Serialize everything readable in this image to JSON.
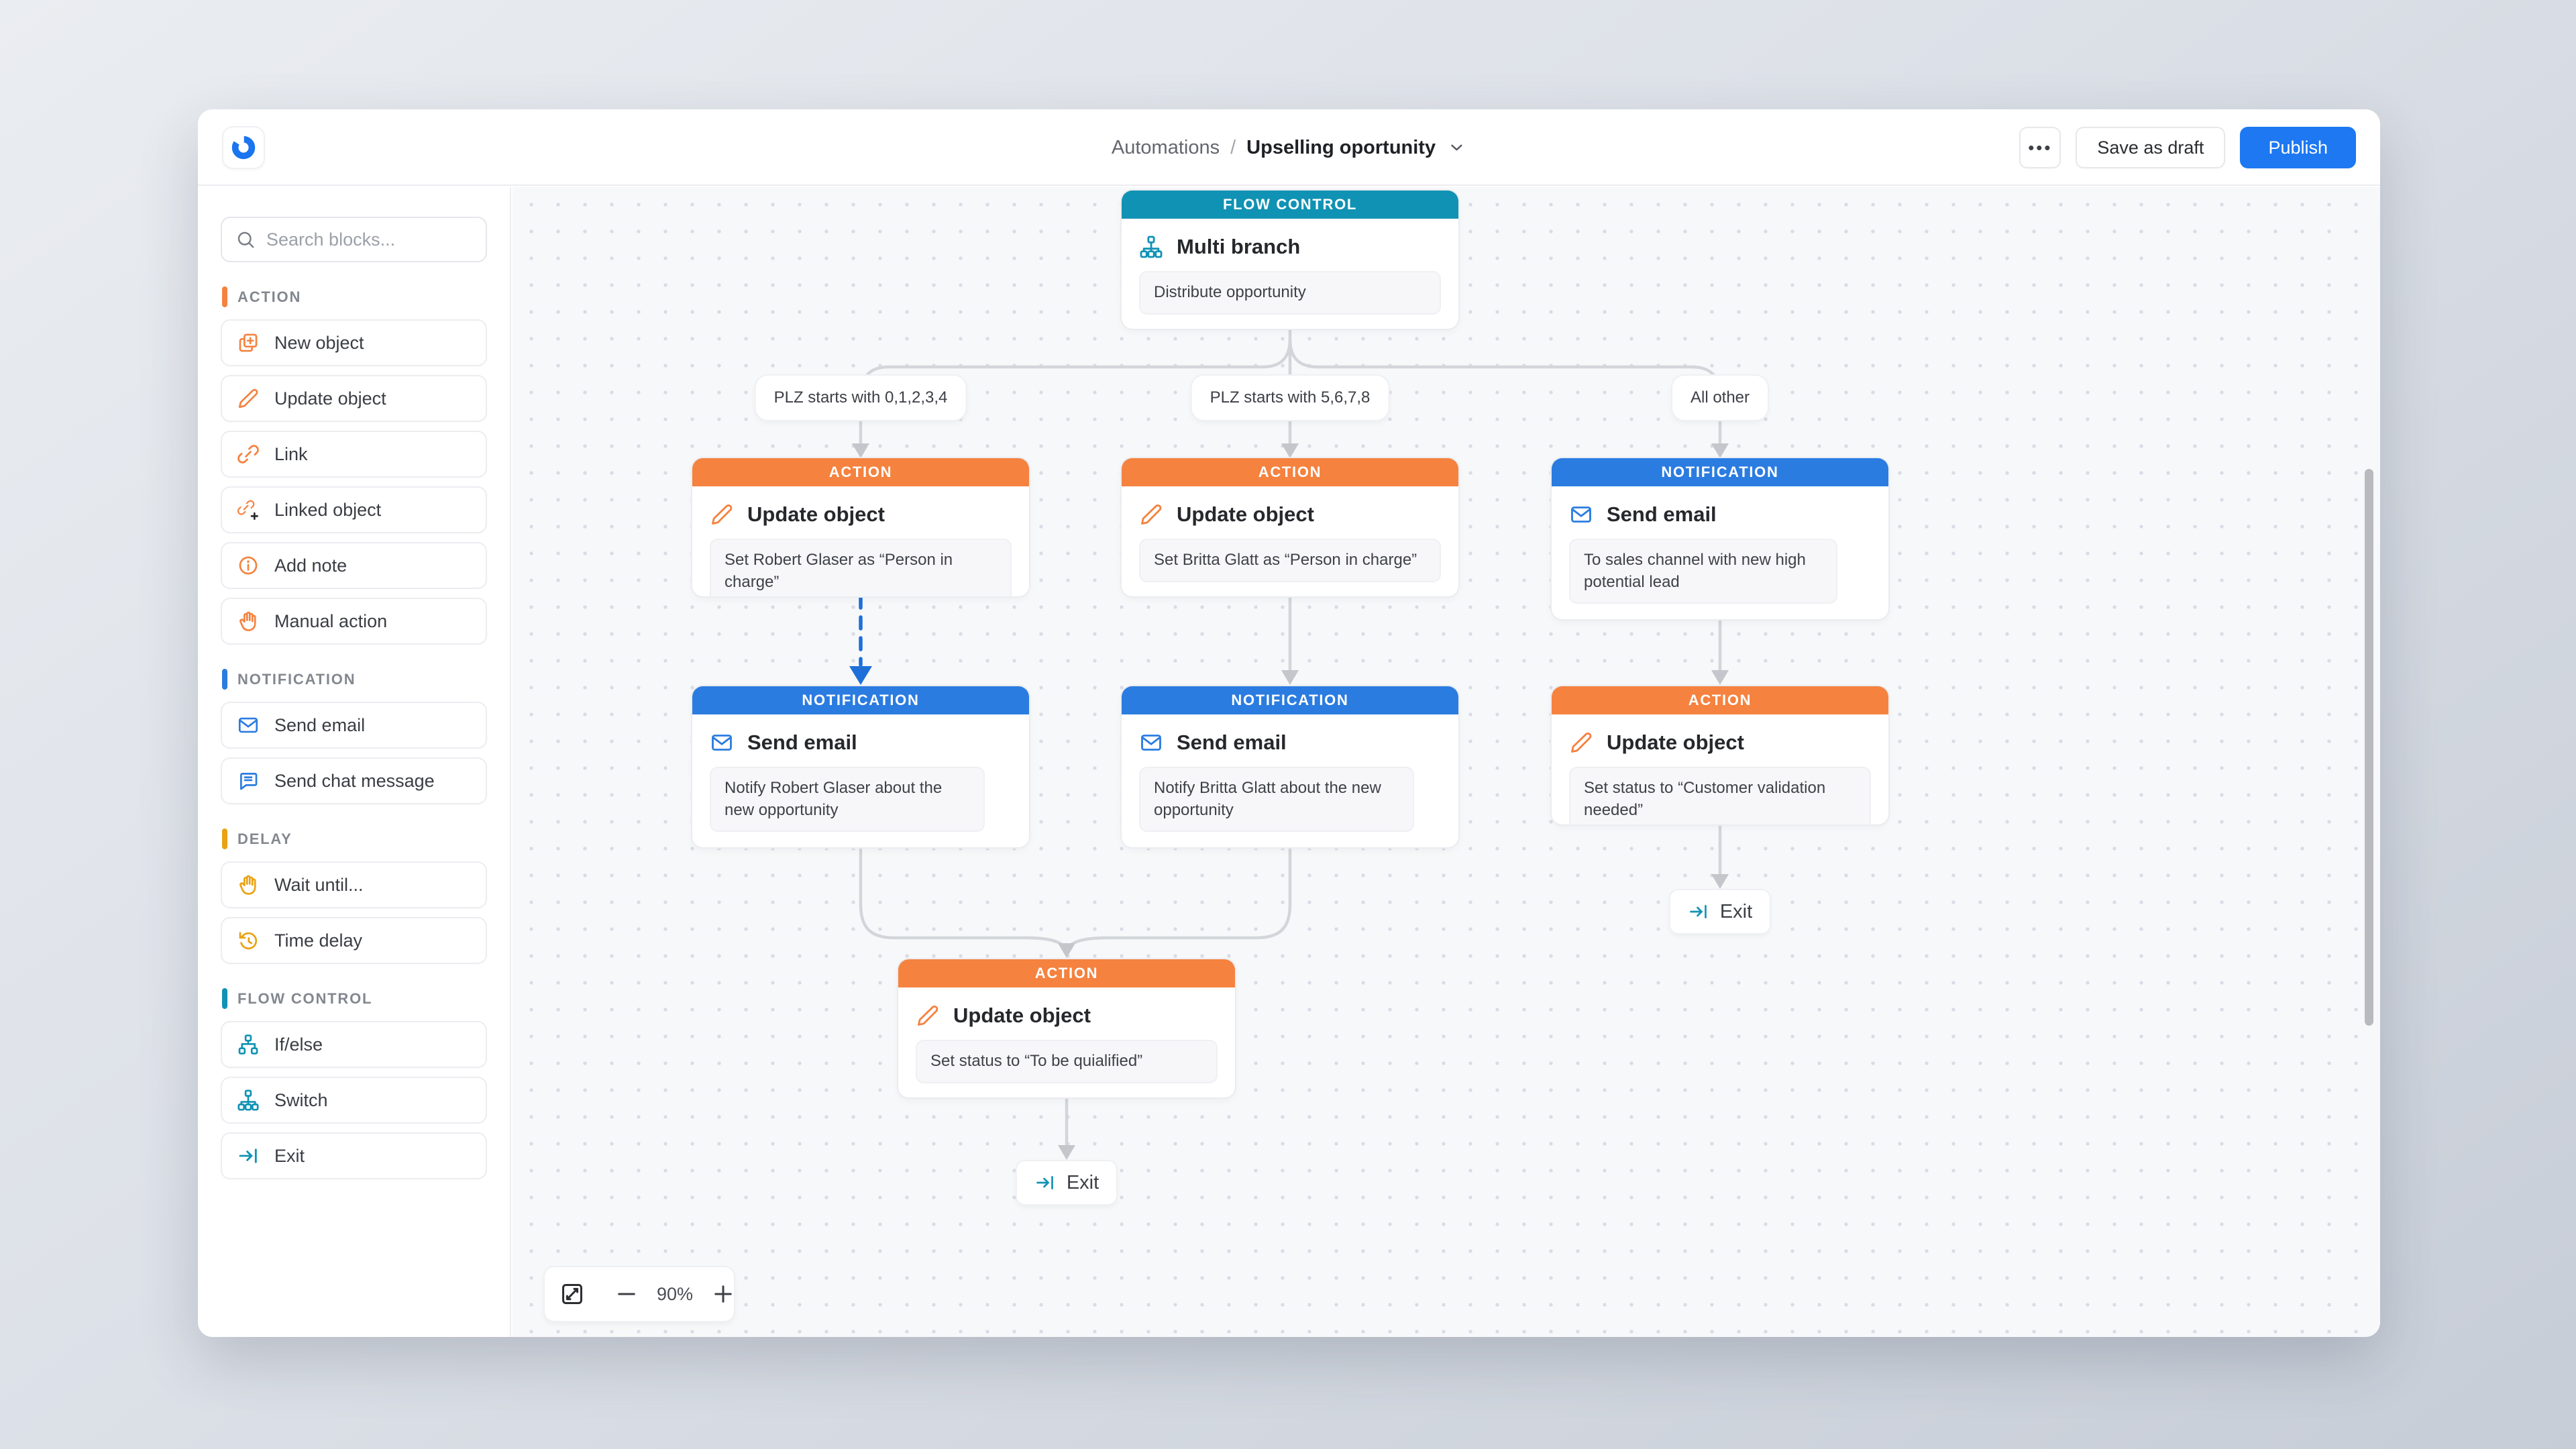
{
  "header": {
    "breadcrumb": {
      "section": "Automations",
      "separator": "/",
      "title": "Upselling oportunity"
    },
    "more_label": "•••",
    "save_draft_label": "Save as draft",
    "publish_label": "Publish"
  },
  "sidebar": {
    "search_placeholder": "Search blocks...",
    "sections": [
      {
        "label": "ACTION",
        "color": "#f5823f",
        "items": [
          {
            "label": "New object"
          },
          {
            "label": "Update object"
          },
          {
            "label": "Link"
          },
          {
            "label": "Linked object"
          },
          {
            "label": "Add note"
          },
          {
            "label": "Manual action"
          }
        ]
      },
      {
        "label": "NOTIFICATION",
        "color": "#2b7ce0",
        "items": [
          {
            "label": "Send email"
          },
          {
            "label": "Send chat message"
          }
        ]
      },
      {
        "label": "DELAY",
        "color": "#e9a213",
        "items": [
          {
            "label": "Wait until..."
          },
          {
            "label": "Time delay"
          }
        ]
      },
      {
        "label": "FLOW CONTROL",
        "color": "#1092b4",
        "items": [
          {
            "label": "If/else"
          },
          {
            "label": "Switch"
          },
          {
            "label": "Exit"
          }
        ]
      }
    ]
  },
  "canvas": {
    "root": {
      "category": "FLOW CONTROL",
      "title": "Multi branch",
      "note": "Distribute opportunity"
    },
    "branch_labels": [
      "PLZ starts with 0,1,2,3,4",
      "PLZ starts with 5,6,7,8",
      "All other"
    ],
    "nodes": [
      {
        "category": "ACTION",
        "title": "Update object",
        "note": "Set Robert Glaser as “Person in charge”"
      },
      {
        "category": "ACTION",
        "title": "Update object",
        "note": "Set Britta Glatt as “Person in charge”"
      },
      {
        "category": "NOTIFICATION",
        "title": "Send email",
        "note": "To sales channel with new high potential lead"
      },
      {
        "category": "NOTIFICATION",
        "title": "Send email",
        "note": "Notify Robert Glaser about the new opportunity"
      },
      {
        "category": "NOTIFICATION",
        "title": "Send email",
        "note": "Notify Britta Glatt about the new opportunity"
      },
      {
        "category": "ACTION",
        "title": "Update object",
        "note": "Set status to “Customer validation needed”"
      },
      {
        "category": "ACTION",
        "title": "Update object",
        "note": "Set status to “To be quialified”"
      }
    ],
    "exit_label": "Exit",
    "zoom_level": "90%"
  },
  "colors": {
    "action": "#f5823f",
    "notification": "#2b7ce0",
    "delay": "#e9a213",
    "flow_control": "#1092b4",
    "publish_blue": "#1d78f2",
    "connector": "#d2d5da",
    "selected_connector": "#1f6fd8"
  }
}
